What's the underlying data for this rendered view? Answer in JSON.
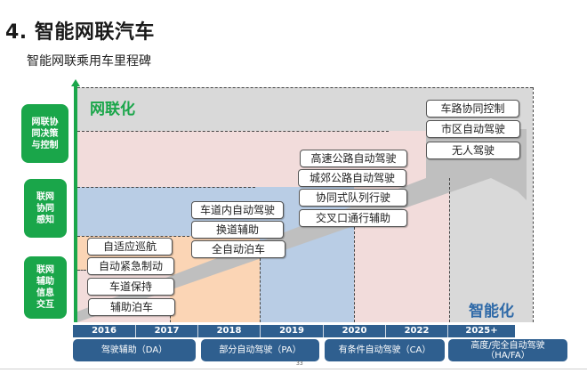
{
  "header": {
    "title": "4. 智能网联汽车",
    "subtitle": "智能网联乘用车里程碑"
  },
  "axis": {
    "vertical_label": "网联化",
    "horizontal_label": "智能化",
    "vertical_color": "#1aa64a",
    "horizontal_color": "#2f6aa8"
  },
  "side_tags": [
    {
      "label": "网联协同决策与控制",
      "lines": [
        "网联协",
        "同决策",
        "与控制"
      ]
    },
    {
      "label": "联网协同感知",
      "lines": [
        "联网",
        "协同",
        "感知"
      ]
    },
    {
      "label": "联网辅助信息交互",
      "lines": [
        "联网",
        "辅助",
        "信息",
        "交互"
      ]
    }
  ],
  "milestones": {
    "da": [
      "自适应巡航",
      "自动紧急制动",
      "车道保持",
      "辅助泊车"
    ],
    "pa": [
      "车道内自动驾驶",
      "换道辅助",
      "全自动泊车"
    ],
    "ca": [
      "高速公路自动驾驶",
      "城郊公路自动驾驶",
      "协同式队列行驶",
      "交叉口通行辅助"
    ],
    "hafa": [
      "车路协同控制",
      "市区自动驾驶",
      "无人驾驶"
    ]
  },
  "years": [
    "2016",
    "2017",
    "2018",
    "2019",
    "2020",
    "2022",
    "2025+"
  ],
  "stages": [
    {
      "label": "驾驶辅助（DA）"
    },
    {
      "label": "部分自动驾驶（PA）"
    },
    {
      "label": "有条件自动驾驶（CA）"
    },
    {
      "label_line1": "高度/完全自动驾驶",
      "label_line2": "（HA/FA）"
    }
  ],
  "colors": {
    "gray_band": "#d9d9d9",
    "pink_band": "#f2dcdb",
    "blue_band": "#b9cde5",
    "orange_band": "#fbd5b5",
    "year_bar": "#2f5f8f",
    "tag_green": "#1aa64a"
  },
  "page_number": "33"
}
